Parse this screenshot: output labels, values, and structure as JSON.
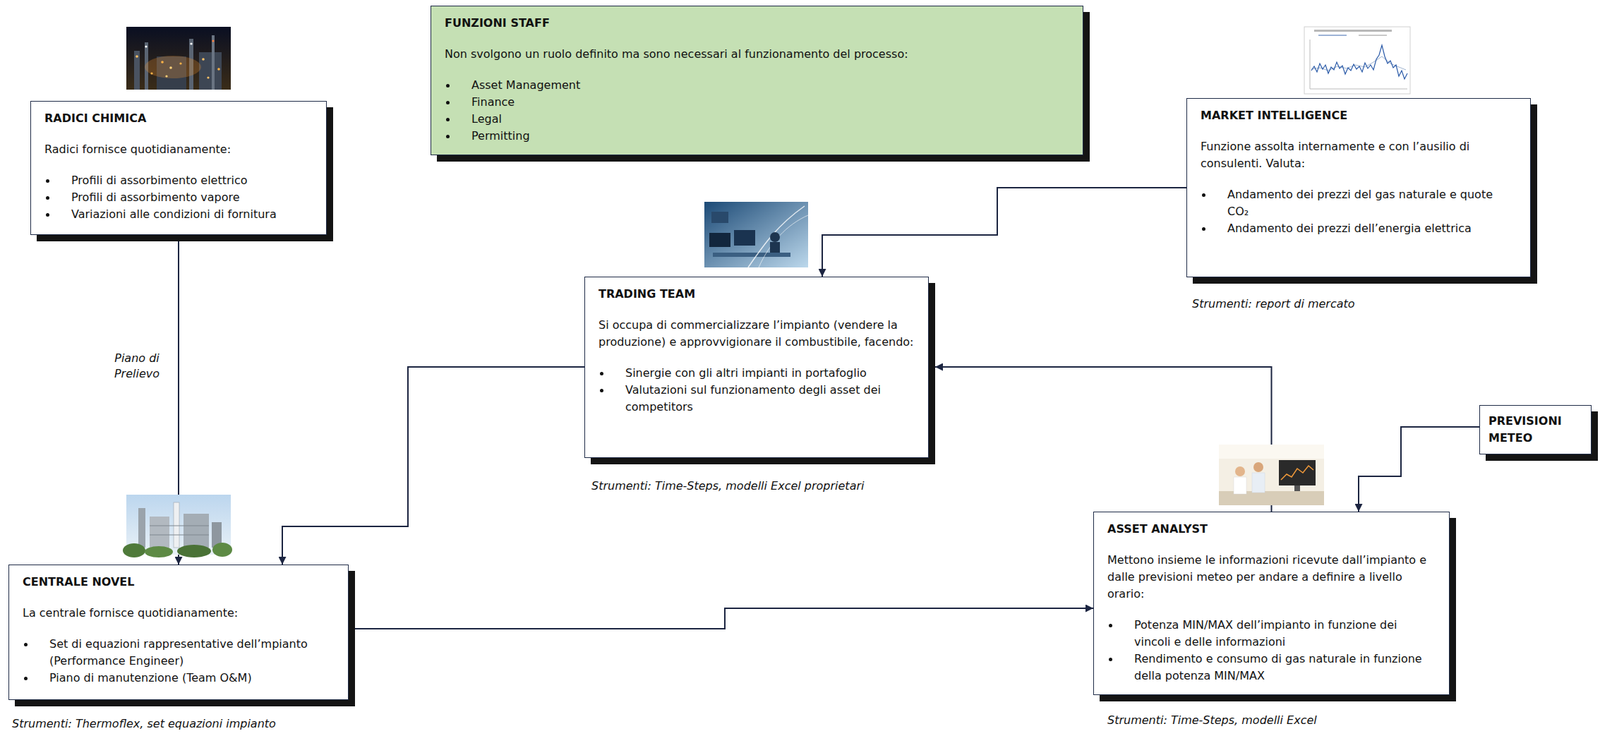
{
  "diagram": {
    "nodes": [
      {
        "text": [
          "FUNZIONI STAFF",
          "Non svolgono un ruolo definito ma sono necessari al funzionamento del processo:",
          "Asset Management",
          "Finance",
          "Legal",
          "Permitting"
        ]
      },
      {
        "text": [
          "RADICI CHIMICA",
          "Radici fornisce quotidianamente:",
          "Profili di assorbimento elettrico",
          "Profili di assorbimento vapore",
          "Variazioni alle condizioni di fornitura"
        ]
      },
      {
        "text": [
          "MARKET INTELLIGENCE",
          "Funzione assolta internamente e con l’ausilio di consulenti. Valuta:",
          "Andamento dei prezzi del gas naturale e quote CO₂",
          "Andamento dei prezzi dell’energia elettrica"
        ]
      },
      {
        "text": [
          "TRADING TEAM",
          "Si occupa di commercializzare l’impianto (vendere la produzione) e approvvigionare il combustibile, facendo:",
          "Sinergie con gli altri impianti in portafoglio",
          "Valutazioni sul funzionamento degli asset dei competitors"
        ]
      },
      {
        "text": [
          "PREVISIONI METEO"
        ]
      },
      {
        "text": [
          "CENTRALE NOVEL",
          "La centrale fornisce quotidianamente:",
          "Set di equazioni rappresentative dell’mpianto (Performance Engineer)",
          "Piano di manutenzione (Team O&M)"
        ]
      },
      {
        "text": [
          "ASSET ANALYST",
          "Mettono insieme le informazioni ricevute dall’impianto e dalle previsioni meteo per andare a definire a livello orario:",
          "Potenza MIN/MAX dell’impianto in funzione dei vincoli e delle informazioni",
          "Rendimento e consumo di gas naturale in funzione della potenza MIN/MAX"
        ]
      }
    ],
    "edges": [
      {
        "from": 1,
        "to": 5,
        "label": "Piano di Prelievo",
        "arrow": "to"
      },
      {
        "from": 2,
        "to": 3,
        "arrow": "to"
      },
      {
        "from": 3,
        "to": 5,
        "arrow": "to"
      },
      {
        "from": 6,
        "to": 3,
        "arrow": "to"
      },
      {
        "from": 4,
        "to": 6,
        "arrow": "to"
      },
      {
        "from": 5,
        "to": 6,
        "arrow": "to"
      }
    ],
    "labels": [
      "Strumenti: report di mercato",
      "Strumenti: Time-Steps, modelli Excel proprietari",
      "Strumenti: Thermoflex, set equazioni impianto",
      "Strumenti: Time-Steps, modelli Excel"
    ]
  }
}
